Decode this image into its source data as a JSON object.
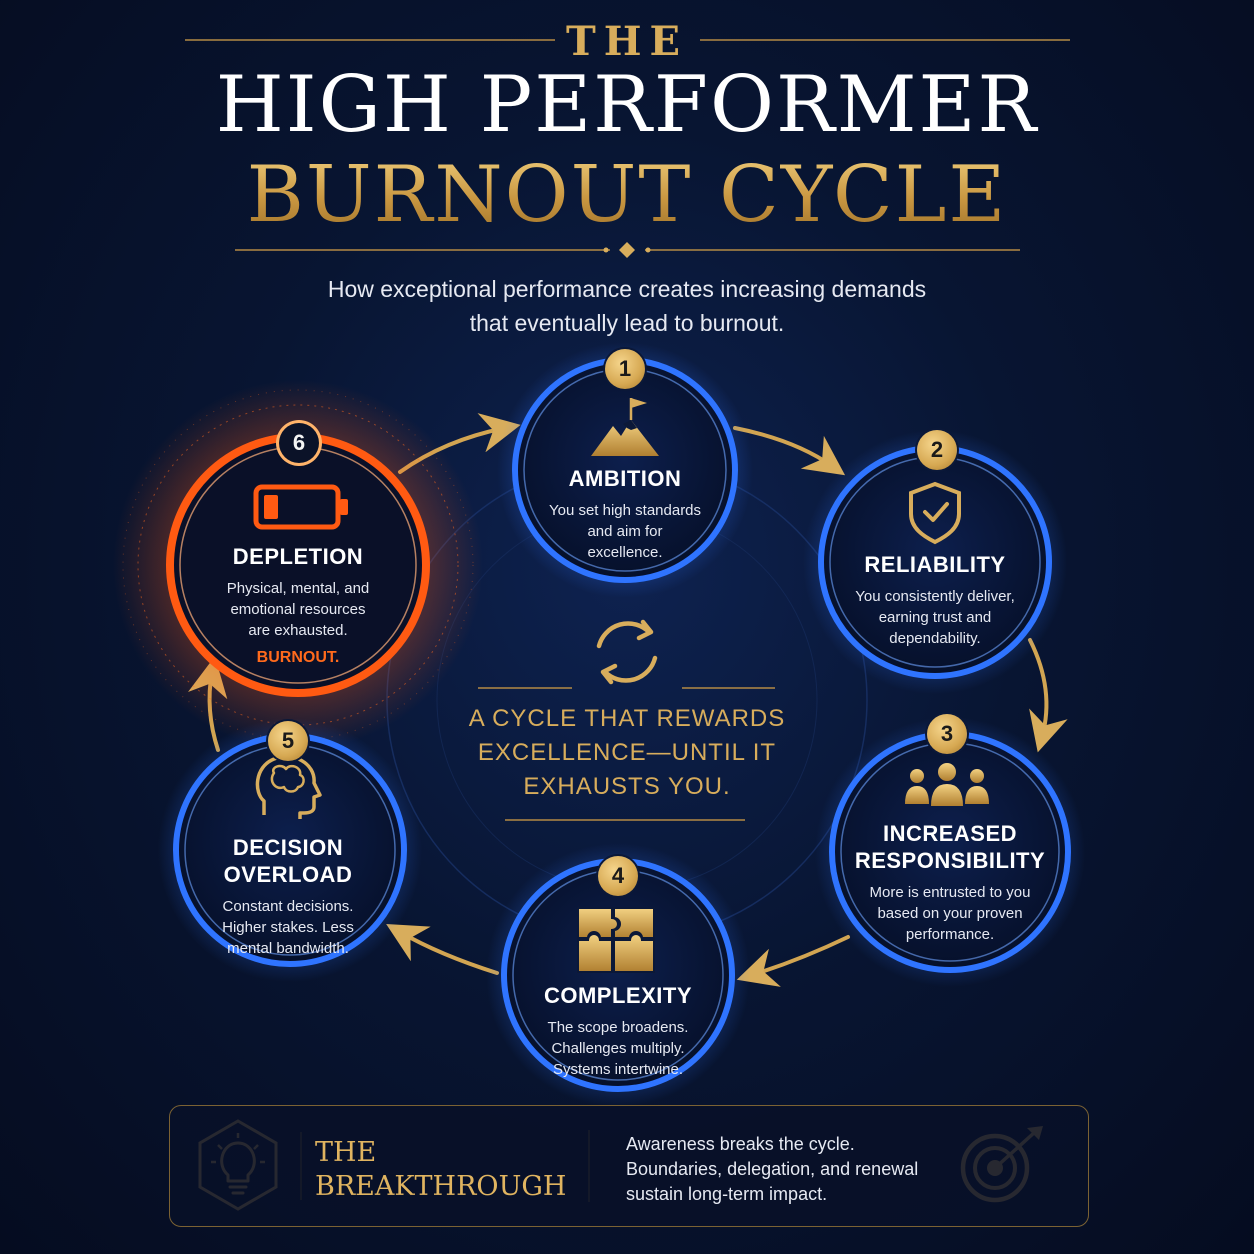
{
  "header": {
    "pre_title": "THE",
    "title": "HIGH PERFORMER",
    "title_accent": "BURNOUT CYCLE",
    "subtitle_line1": "How exceptional performance creates increasing demands",
    "subtitle_line2": "that eventually lead to burnout."
  },
  "steps": [
    {
      "number": "1",
      "title": "AMBITION",
      "desc": [
        "You set high standards",
        "and aim for",
        "excellence."
      ],
      "icon": "mountain-flag-icon"
    },
    {
      "number": "2",
      "title": "RELIABILITY",
      "desc": [
        "You consistently deliver,",
        "earning trust and",
        "dependability."
      ],
      "icon": "shield-check-icon"
    },
    {
      "number": "3",
      "title_lines": [
        "INCREASED",
        "RESPONSIBILITY"
      ],
      "desc": [
        "More is entrusted to you",
        "based on your proven",
        "performance."
      ],
      "icon": "team-icon"
    },
    {
      "number": "4",
      "title": "COMPLEXITY",
      "desc": [
        "The scope broadens.",
        "Challenges multiply.",
        "Systems intertwine."
      ],
      "icon": "puzzle-icon"
    },
    {
      "number": "5",
      "title_lines": [
        "DECISION",
        "OVERLOAD"
      ],
      "desc": [
        "Constant decisions.",
        "Higher stakes. Less",
        "mental bandwidth."
      ],
      "icon": "head-brain-icon"
    },
    {
      "number": "6",
      "title": "DEPLETION",
      "desc": [
        "Physical, mental, and",
        "emotional resources",
        "are exhausted."
      ],
      "emphasis": "BURNOUT.",
      "icon": "low-battery-icon"
    }
  ],
  "center": {
    "lines": [
      "A CYCLE THAT REWARDS",
      "EXCELLENCE—UNTIL IT",
      "EXHAUSTS YOU."
    ],
    "icon": "cycle-arrows-icon"
  },
  "breakthrough": {
    "title_line1": "THE",
    "title_line2": "BREAKTHROUGH",
    "text_lines": [
      "Awareness breaks the cycle.",
      "Boundaries, delegation, and renewal",
      "sustain long-term impact."
    ],
    "left_icon": "lightbulb-icon",
    "right_icon": "target-arrow-icon"
  },
  "colors": {
    "gold": "#d8ad5c",
    "blue_ring": "#2f74ff",
    "orange_ring": "#ff5a12",
    "background": "#081532"
  }
}
